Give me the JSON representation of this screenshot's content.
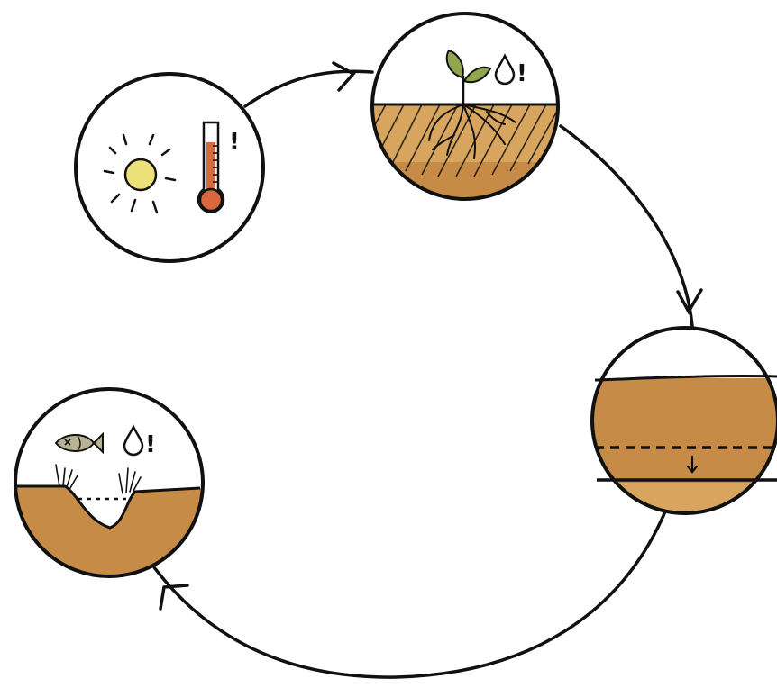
{
  "diagram": {
    "type": "cycle",
    "direction": "clockwise",
    "stages": [
      {
        "id": "heat",
        "icons": [
          "sun-icon",
          "thermometer-icon"
        ],
        "mark": "!"
      },
      {
        "id": "drought-roots",
        "icons": [
          "seedling-icon",
          "water-drop-icon",
          "dry-soil-icon",
          "roots-icon"
        ],
        "mark": "!"
      },
      {
        "id": "groundwater-drop",
        "icons": [
          "soil-layer-icon",
          "water-table-line-icon",
          "down-arrow-icon"
        ]
      },
      {
        "id": "stream-loss",
        "icons": [
          "dead-fish-icon",
          "water-drop-icon",
          "dry-streambed-icon",
          "grass-icon"
        ],
        "mark": "!"
      }
    ]
  },
  "colors": {
    "outline": "#111111",
    "soil": "#c68b46",
    "soil_light": "#d8a55e",
    "sun": "#ece07a",
    "thermometer_fill": "#d9683e",
    "seedling": "#8fa64d",
    "fish": "#b7b394",
    "background": "#ffffff"
  }
}
